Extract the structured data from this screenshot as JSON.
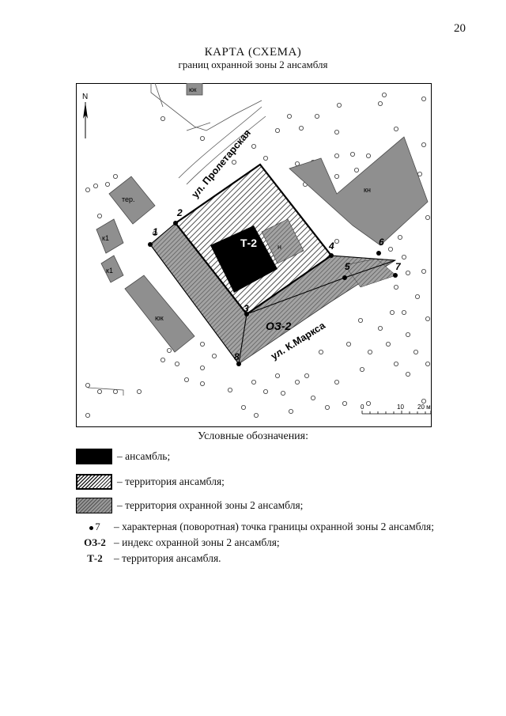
{
  "page": {
    "number": "20"
  },
  "header": {
    "title": "КАРТА (СХЕМА)",
    "subtitle": "границ охранной зоны 2 ансамбля"
  },
  "map": {
    "north": "N",
    "streets": {
      "proletarskaya": "ул. Пролетарская",
      "marx": "ул. К.Маркса"
    },
    "labels": {
      "zone_territory": "Т-2",
      "zone_protected": "ОЗ-2",
      "building_kn": "кн",
      "building_ter": "тер.",
      "building_k1": "к1",
      "building_ok": "юк",
      "building_n": "н"
    },
    "points": [
      "1",
      "2",
      "3",
      "4",
      "5",
      "6",
      "7",
      "8"
    ],
    "scale": {
      "ticks": [
        "0",
        "10",
        "20 м"
      ]
    },
    "colors": {
      "building": "#8f8f8f",
      "hatch_dark": "#5d5d5d"
    }
  },
  "legend": {
    "title": "Условные обозначения:",
    "items": [
      {
        "symbol": "",
        "text": "– ансамбль;"
      },
      {
        "symbol": "",
        "text": "– территория ансамбля;"
      },
      {
        "symbol": "",
        "text": "– территория охранной зоны 2 ансамбля;"
      },
      {
        "symbol": "7",
        "text": "– характерная (поворотная) точка границы охранной зоны 2 ансамбля;"
      },
      {
        "symbol": "ОЗ-2",
        "text": "– индекс охранной зоны 2 ансамбля;"
      },
      {
        "symbol": "Т-2",
        "text": "– территория ансамбля."
      }
    ]
  }
}
